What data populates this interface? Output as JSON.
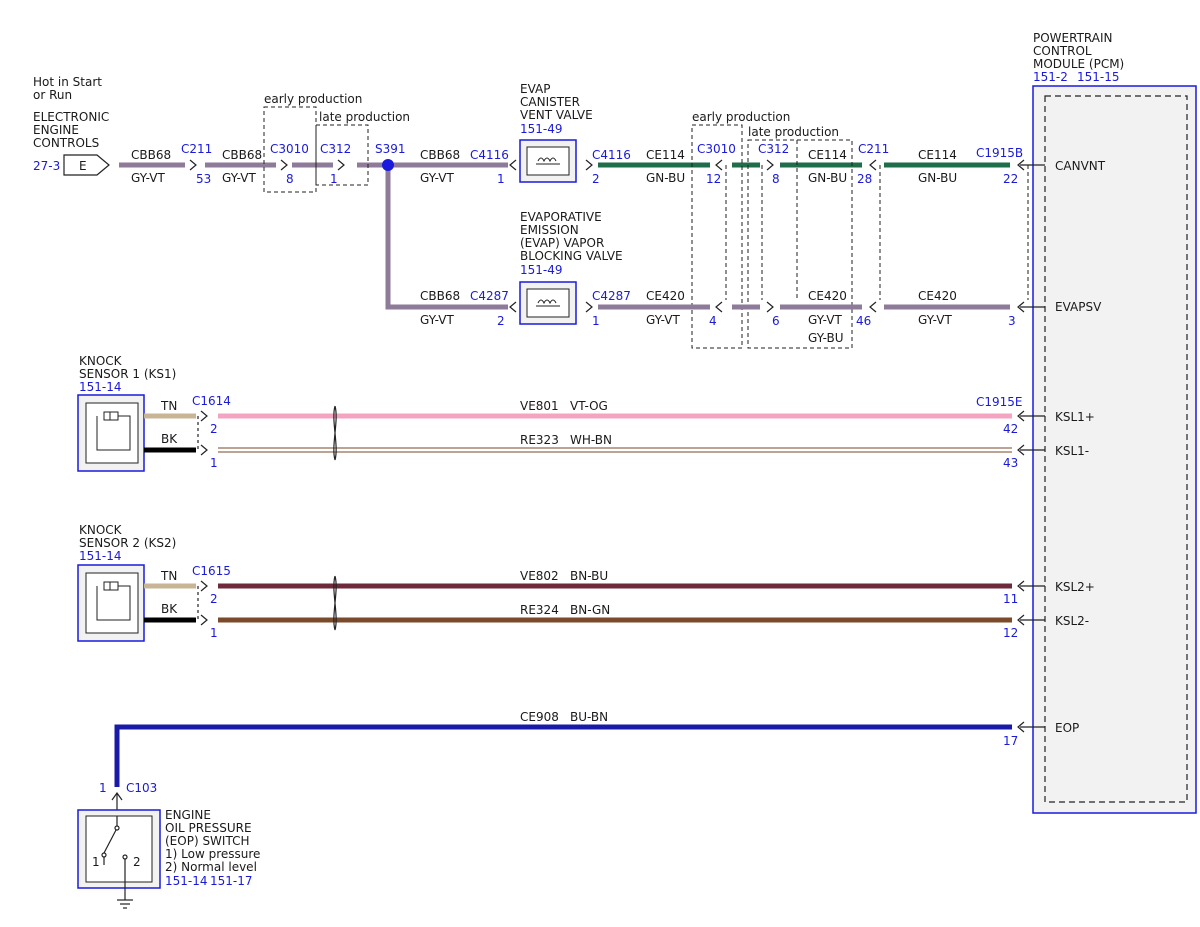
{
  "colors": {
    "GY-VT": "#8e7a99",
    "GN-BU": "#1f6e4a",
    "VT-OG": "#f4a3c0",
    "WH-BN": "#ffffff",
    "TN": "#c8b596",
    "BK": "#000000",
    "BN-BU": "#6e2a3a",
    "BN-GN": "#7a4a2a",
    "BU-BN": "#1a1aa8",
    "ref": "#1a1adc"
  },
  "pcm": {
    "title1": "POWERTRAIN",
    "title2": "CONTROL",
    "title3": "MODULE (PCM)",
    "ref1": "151-2",
    "ref2": "151-15",
    "pins": {
      "canvnt": "CANVNT",
      "evapsv": "EVAPSV",
      "ksl1p": "KSL1+",
      "ksl1m": "KSL1-",
      "ksl2p": "KSL2+",
      "ksl2m": "KSL2-",
      "eop": "EOP"
    }
  },
  "eec": {
    "line1": "Hot in Start",
    "line2": "or Run",
    "line3": "ELECTRONIC",
    "line4": "ENGINE",
    "line5": "CONTROLS",
    "ref": "27-3",
    "tag": "E"
  },
  "production": {
    "early": "early production",
    "late": "late production"
  },
  "vent_valve": {
    "line1": "EVAP",
    "line2": "CANISTER",
    "line3": "VENT VALVE",
    "ref": "151-49"
  },
  "blocking_valve": {
    "line1": "EVAPORATIVE",
    "line2": "EMISSION",
    "line3": "(EVAP) VAPOR",
    "line4": "BLOCKING VALVE",
    "ref": "151-49"
  },
  "ks1": {
    "line1": "KNOCK",
    "line2": "SENSOR 1 (KS1)",
    "ref": "151-14"
  },
  "ks2": {
    "line1": "KNOCK",
    "line2": "SENSOR 2 (KS2)",
    "ref": "151-14"
  },
  "eop_switch": {
    "line1": "ENGINE",
    "line2": "OIL PRESSURE",
    "line3": "(EOP) SWITCH",
    "line4": "1) Low pressure",
    "line5": "2) Normal level",
    "ref1": "151-14",
    "ref2": "151-17",
    "contact1": "1",
    "contact2": "2"
  },
  "row1": {
    "wires": {
      "a": {
        "circuit": "CBB68",
        "color": "GY-VT"
      },
      "b": {
        "circuit": "CBB68",
        "color": "GY-VT"
      },
      "c": {
        "circuit": "CBB68",
        "color": "GY-VT"
      },
      "d": {
        "circuit": "CE114",
        "color": "GN-BU"
      },
      "e": {
        "circuit": "CE114",
        "color": "GN-BU"
      },
      "f": {
        "circuit": "CE114",
        "color": "GN-BU"
      }
    },
    "connectors": {
      "c211a": {
        "name": "C211",
        "pin": "53"
      },
      "c3010": {
        "name": "C3010",
        "pin": "8"
      },
      "c312": {
        "name": "C312",
        "pin": "1"
      },
      "s391": {
        "name": "S391"
      },
      "c4116a": {
        "name": "C4116",
        "pin": "1"
      },
      "c4116b": {
        "name": "C4116",
        "pin": "2"
      },
      "c3010b": {
        "name": "C3010",
        "pin": "12"
      },
      "c312b": {
        "name": "C312",
        "pin": "8"
      },
      "c211b": {
        "name": "C211",
        "pin": "28"
      },
      "c1915b": {
        "name": "C1915B",
        "pin": "22"
      }
    }
  },
  "row2": {
    "wires": {
      "a": {
        "circuit": "CBB68",
        "color": "GY-VT"
      },
      "b": {
        "circuit": "CE420",
        "color": "GY-VT"
      },
      "c": {
        "circuit": "CE420",
        "color": "GY-VT"
      },
      "c_alt": "GY-BU",
      "d": {
        "circuit": "CE420",
        "color": "GY-VT"
      }
    },
    "connectors": {
      "c4287a": {
        "name": "C4287",
        "pin": "2"
      },
      "c4287b": {
        "name": "C4287",
        "pin": "1"
      },
      "c3010": {
        "pin": "4"
      },
      "c312": {
        "pin": "6"
      },
      "c211": {
        "pin": "46"
      },
      "c1915b": {
        "pin": "3"
      }
    }
  },
  "ks1_wires": {
    "tn": "TN",
    "bk": "BK",
    "connector": "C1614",
    "pin_top": "2",
    "pin_bot": "1",
    "top": {
      "circuit": "VE801",
      "color": "VT-OG"
    },
    "bot": {
      "circuit": "RE323",
      "color": "WH-BN"
    },
    "pcm_connector": "C1915E",
    "pcm_pin_top": "42",
    "pcm_pin_bot": "43"
  },
  "ks2_wires": {
    "tn": "TN",
    "bk": "BK",
    "connector": "C1615",
    "pin_top": "2",
    "pin_bot": "1",
    "top": {
      "circuit": "VE802",
      "color": "BN-BU"
    },
    "bot": {
      "circuit": "RE324",
      "color": "BN-GN"
    },
    "pcm_pin_top": "11",
    "pcm_pin_bot": "12"
  },
  "eop_wire": {
    "circuit": "CE908",
    "color": "BU-BN",
    "connector": "C103",
    "pin": "1",
    "pcm_pin": "17"
  }
}
